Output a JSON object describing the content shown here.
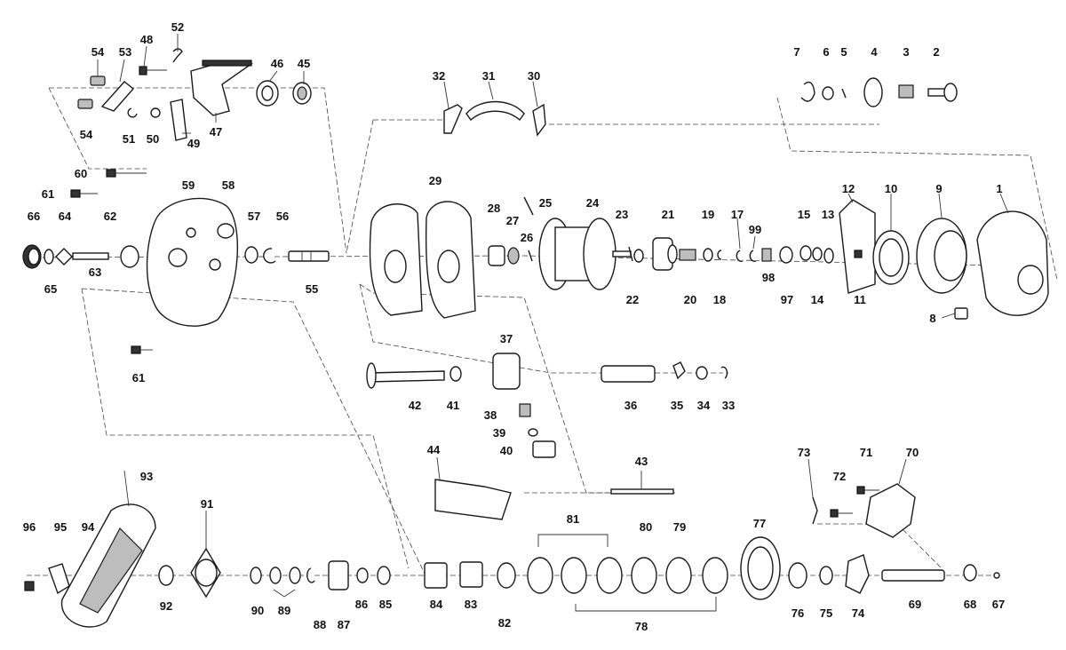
{
  "diagram": {
    "callouts": [
      {
        "id": "c1",
        "label": "1"
      },
      {
        "id": "c2",
        "label": "2"
      },
      {
        "id": "c3",
        "label": "3"
      },
      {
        "id": "c4",
        "label": "4"
      },
      {
        "id": "c5",
        "label": "5"
      },
      {
        "id": "c6",
        "label": "6"
      },
      {
        "id": "c7",
        "label": "7"
      },
      {
        "id": "c8",
        "label": "8"
      },
      {
        "id": "c9",
        "label": "9"
      },
      {
        "id": "c10",
        "label": "10"
      },
      {
        "id": "c11",
        "label": "11"
      },
      {
        "id": "c12",
        "label": "12"
      },
      {
        "id": "c13",
        "label": "13"
      },
      {
        "id": "c14",
        "label": "14"
      },
      {
        "id": "c15",
        "label": "15"
      },
      {
        "id": "c17",
        "label": "17"
      },
      {
        "id": "c18",
        "label": "18"
      },
      {
        "id": "c19",
        "label": "19"
      },
      {
        "id": "c20",
        "label": "20"
      },
      {
        "id": "c21",
        "label": "21"
      },
      {
        "id": "c22",
        "label": "22"
      },
      {
        "id": "c23",
        "label": "23"
      },
      {
        "id": "c24",
        "label": "24"
      },
      {
        "id": "c25",
        "label": "25"
      },
      {
        "id": "c26",
        "label": "26"
      },
      {
        "id": "c27",
        "label": "27"
      },
      {
        "id": "c28",
        "label": "28"
      },
      {
        "id": "c29",
        "label": "29"
      },
      {
        "id": "c30",
        "label": "30"
      },
      {
        "id": "c31",
        "label": "31"
      },
      {
        "id": "c32",
        "label": "32"
      },
      {
        "id": "c33",
        "label": "33"
      },
      {
        "id": "c34",
        "label": "34"
      },
      {
        "id": "c35",
        "label": "35"
      },
      {
        "id": "c36",
        "label": "36"
      },
      {
        "id": "c37",
        "label": "37"
      },
      {
        "id": "c38",
        "label": "38"
      },
      {
        "id": "c39",
        "label": "39"
      },
      {
        "id": "c40",
        "label": "40"
      },
      {
        "id": "c41",
        "label": "41"
      },
      {
        "id": "c42",
        "label": "42"
      },
      {
        "id": "c43",
        "label": "43"
      },
      {
        "id": "c44",
        "label": "44"
      },
      {
        "id": "c45",
        "label": "45"
      },
      {
        "id": "c46",
        "label": "46"
      },
      {
        "id": "c47",
        "label": "47"
      },
      {
        "id": "c48",
        "label": "48"
      },
      {
        "id": "c49",
        "label": "49"
      },
      {
        "id": "c50",
        "label": "50"
      },
      {
        "id": "c51",
        "label": "51"
      },
      {
        "id": "c52",
        "label": "52"
      },
      {
        "id": "c53",
        "label": "53"
      },
      {
        "id": "c54a",
        "label": "54"
      },
      {
        "id": "c54b",
        "label": "54"
      },
      {
        "id": "c55",
        "label": "55"
      },
      {
        "id": "c56",
        "label": "56"
      },
      {
        "id": "c57",
        "label": "57"
      },
      {
        "id": "c58",
        "label": "58"
      },
      {
        "id": "c59",
        "label": "59"
      },
      {
        "id": "c60",
        "label": "60"
      },
      {
        "id": "c61a",
        "label": "61"
      },
      {
        "id": "c61b",
        "label": "61"
      },
      {
        "id": "c62",
        "label": "62"
      },
      {
        "id": "c63",
        "label": "63"
      },
      {
        "id": "c64",
        "label": "64"
      },
      {
        "id": "c65",
        "label": "65"
      },
      {
        "id": "c66",
        "label": "66"
      },
      {
        "id": "c67",
        "label": "67"
      },
      {
        "id": "c68",
        "label": "68"
      },
      {
        "id": "c69",
        "label": "69"
      },
      {
        "id": "c70",
        "label": "70"
      },
      {
        "id": "c71",
        "label": "71"
      },
      {
        "id": "c72",
        "label": "72"
      },
      {
        "id": "c73",
        "label": "73"
      },
      {
        "id": "c74",
        "label": "74"
      },
      {
        "id": "c75",
        "label": "75"
      },
      {
        "id": "c76",
        "label": "76"
      },
      {
        "id": "c77",
        "label": "77"
      },
      {
        "id": "c78",
        "label": "78"
      },
      {
        "id": "c79",
        "label": "79"
      },
      {
        "id": "c80",
        "label": "80"
      },
      {
        "id": "c81",
        "label": "81"
      },
      {
        "id": "c82",
        "label": "82"
      },
      {
        "id": "c83",
        "label": "83"
      },
      {
        "id": "c84",
        "label": "84"
      },
      {
        "id": "c85",
        "label": "85"
      },
      {
        "id": "c86",
        "label": "86"
      },
      {
        "id": "c87",
        "label": "87"
      },
      {
        "id": "c88",
        "label": "88"
      },
      {
        "id": "c89",
        "label": "89"
      },
      {
        "id": "c90",
        "label": "90"
      },
      {
        "id": "c91",
        "label": "91"
      },
      {
        "id": "c92",
        "label": "92"
      },
      {
        "id": "c93",
        "label": "93"
      },
      {
        "id": "c94",
        "label": "94"
      },
      {
        "id": "c95",
        "label": "95"
      },
      {
        "id": "c96",
        "label": "96"
      },
      {
        "id": "c97",
        "label": "97"
      },
      {
        "id": "c98",
        "label": "98"
      },
      {
        "id": "c99",
        "label": "99"
      }
    ]
  }
}
